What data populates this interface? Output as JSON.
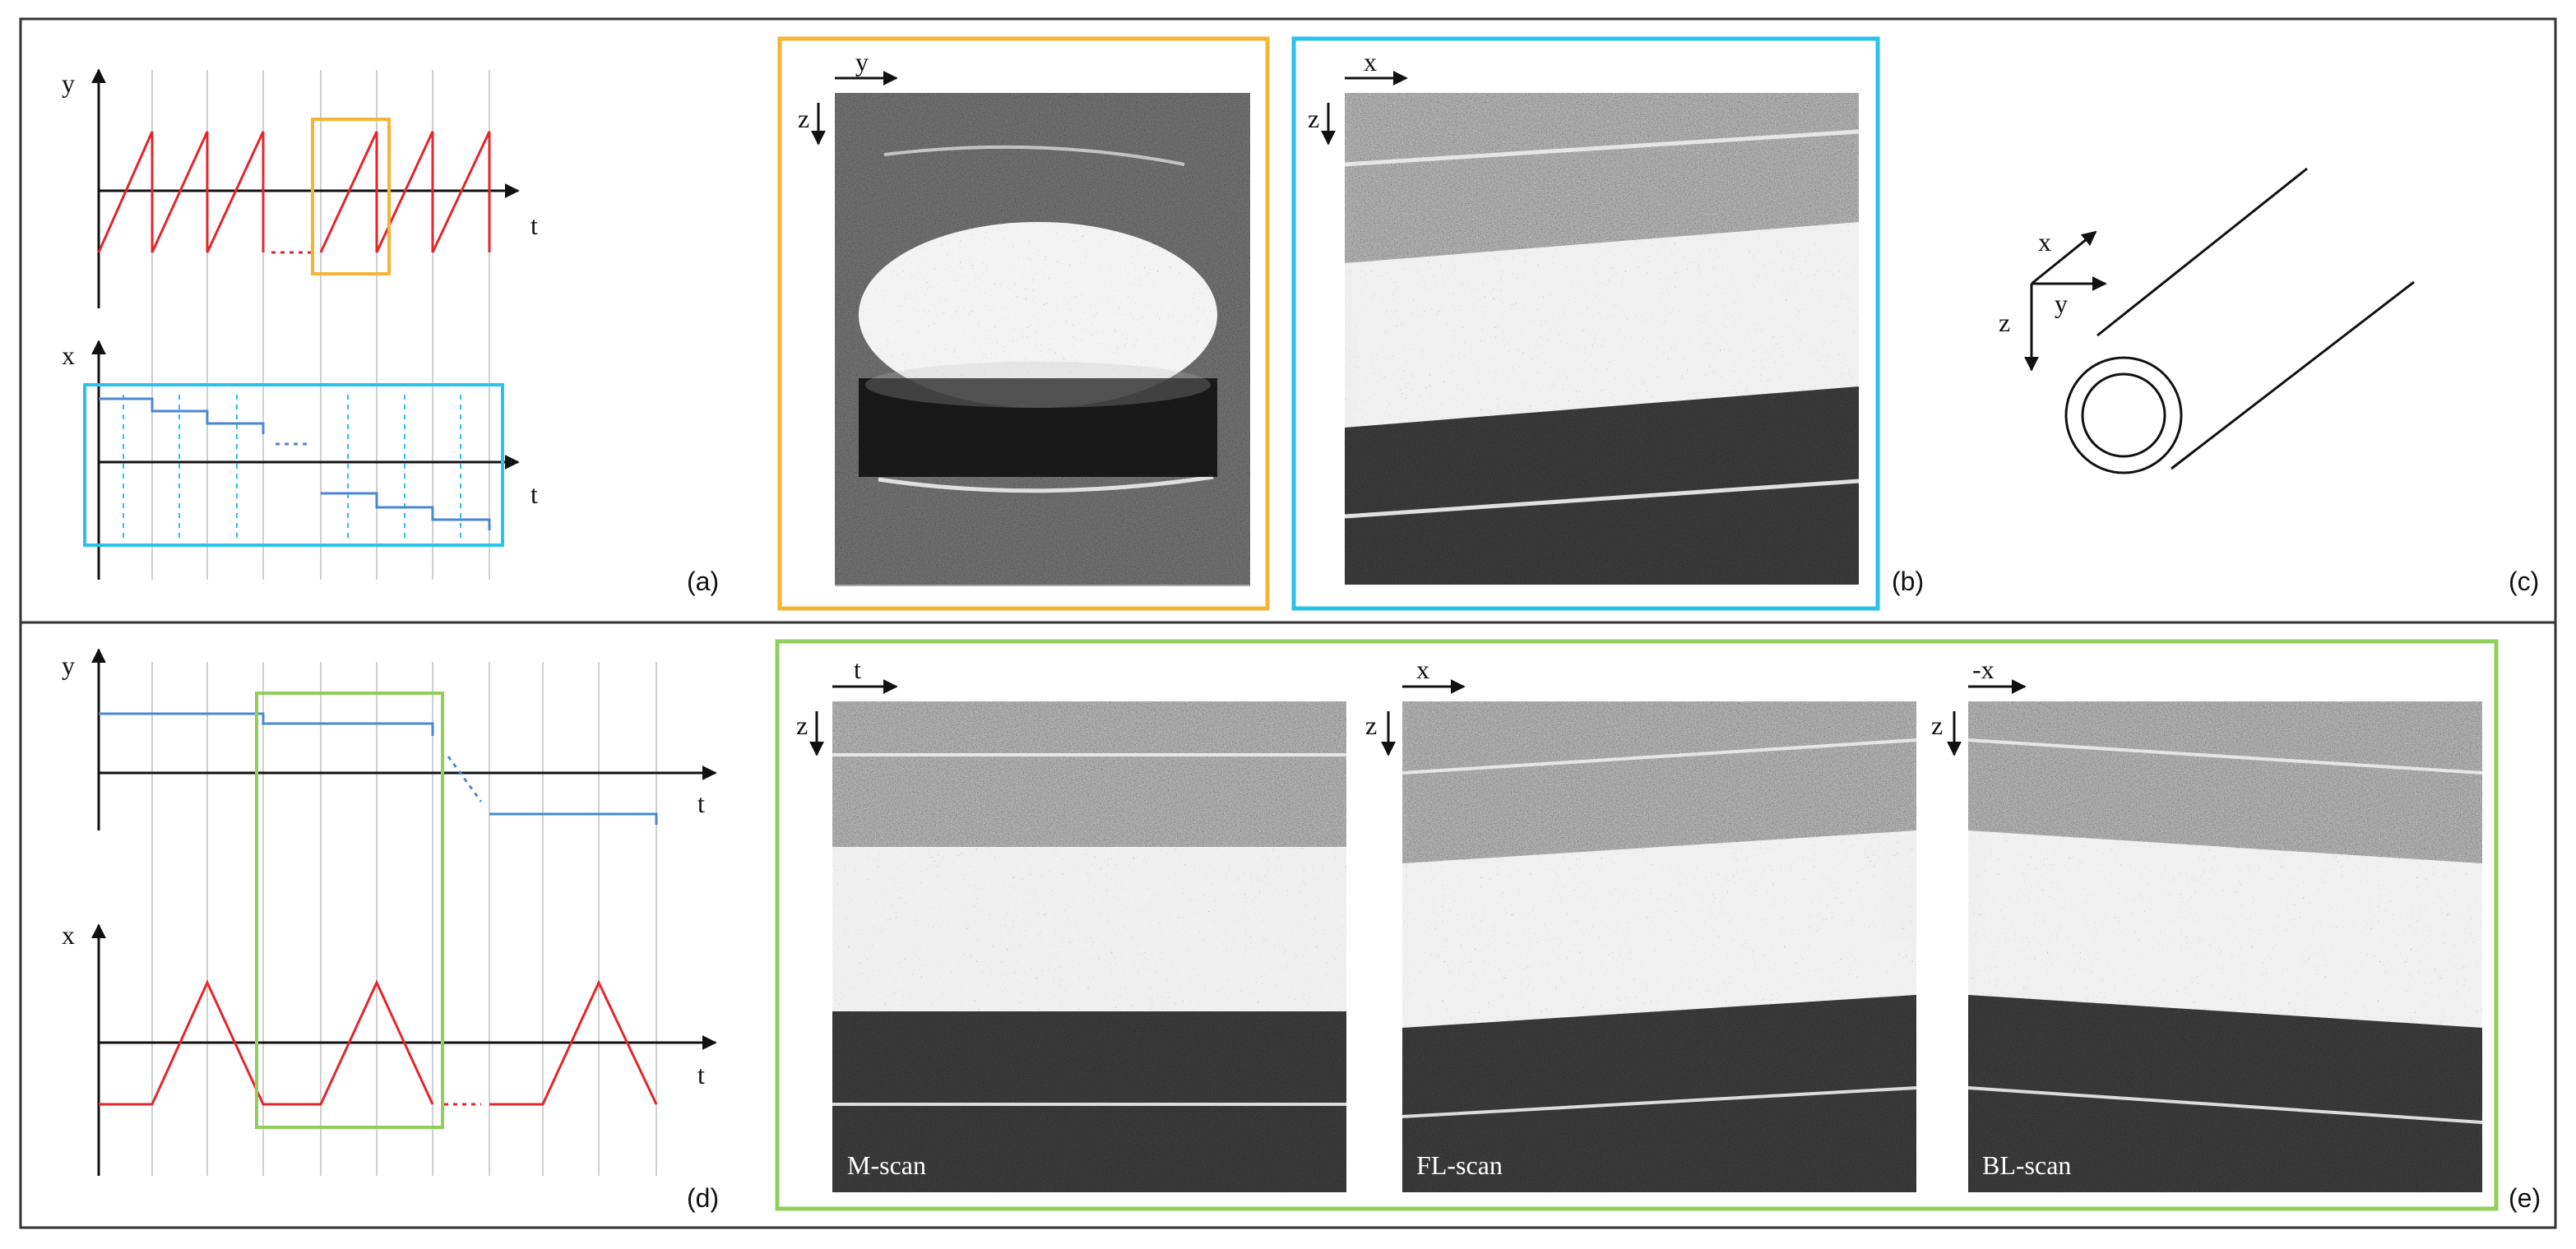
{
  "colors": {
    "sawtooth": "#e3262b",
    "staircase": "#4a87d2",
    "orange_frame": "#f5b533",
    "cyan_frame": "#2ac2ea",
    "green_frame": "#8fcf5a",
    "grid": "#cfcfcf",
    "axis": "#111111"
  },
  "panel_labels": {
    "a": "(a)",
    "b": "(b)",
    "c": "(c)",
    "d": "(d)",
    "e": "(e)"
  },
  "panel_a": {
    "top_y_label": "y",
    "top_t_label": "t",
    "bottom_x_label": "x",
    "bottom_t_label": "t"
  },
  "panel_b": {
    "left_image": {
      "h_axis": "y",
      "v_axis": "z"
    },
    "right_image": {
      "h_axis": "x",
      "v_axis": "z"
    }
  },
  "panel_c": {
    "x_label": "x",
    "y_label": "y",
    "z_label": "z",
    "icon": "tube-3d-icon"
  },
  "panel_d": {
    "top_y_label": "y",
    "top_t_label": "t",
    "bottom_x_label": "x",
    "bottom_t_label": "t"
  },
  "panel_e": {
    "images": [
      {
        "h_axis": "t",
        "v_axis": "z",
        "caption": "M-scan"
      },
      {
        "h_axis": "x",
        "v_axis": "z",
        "caption": "FL-scan"
      },
      {
        "h_axis": "-x",
        "v_axis": "z",
        "caption": "BL-scan"
      }
    ]
  }
}
